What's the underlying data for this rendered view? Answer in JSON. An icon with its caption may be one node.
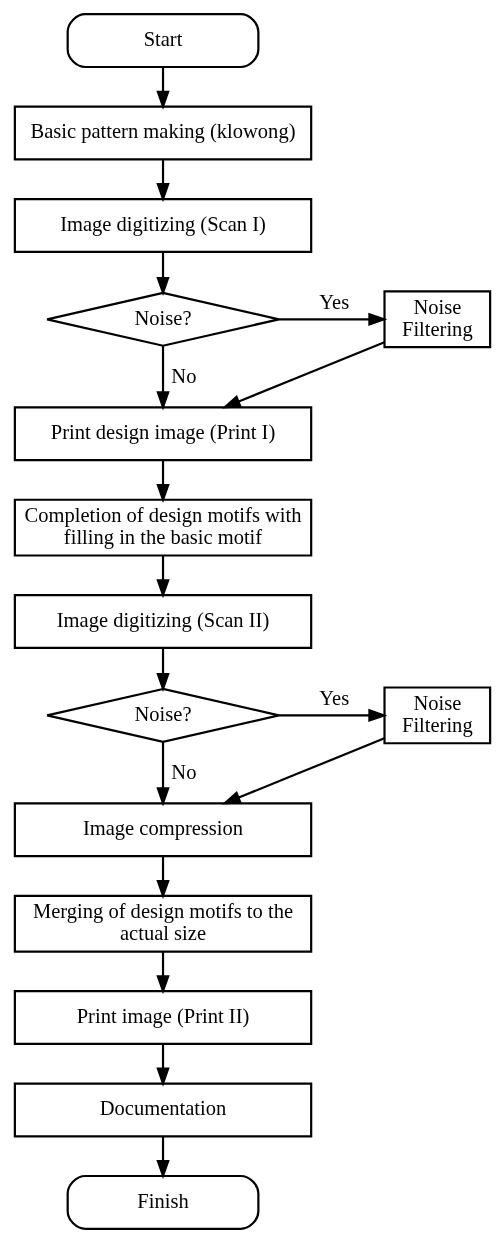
{
  "diagram": {
    "nodes": [
      {
        "text": [
          "Start"
        ]
      },
      {
        "text": [
          "Basic pattern making (klowong)"
        ]
      },
      {
        "text": [
          "Image digitizing (Scan I)"
        ]
      },
      {
        "text": [
          "Noise?"
        ]
      },
      {
        "text": [
          "Noise Filtering"
        ]
      },
      {
        "text": [
          "Print design image (Print I)"
        ]
      },
      {
        "text": [
          "Completion of design motifs with filling in the basic motif"
        ]
      },
      {
        "text": [
          "Image digitizing (Scan II)"
        ]
      },
      {
        "text": [
          "Noise?"
        ]
      },
      {
        "text": [
          "Noise Filtering"
        ]
      },
      {
        "text": [
          "Image compression"
        ]
      },
      {
        "text": [
          "Merging of design motifs to the actual size"
        ]
      },
      {
        "text": [
          "Print image (Print II)"
        ]
      },
      {
        "text": [
          "Documentation"
        ]
      },
      {
        "text": [
          "Finish"
        ]
      }
    ],
    "edges": [
      {
        "from": 0,
        "to": 1,
        "arrow": "to"
      },
      {
        "from": 1,
        "to": 2,
        "arrow": "to"
      },
      {
        "from": 2,
        "to": 3,
        "arrow": "to"
      },
      {
        "from": 3,
        "to": 4,
        "arrow": "to",
        "label": "Yes"
      },
      {
        "from": 3,
        "to": 5,
        "arrow": "to",
        "label": "No"
      },
      {
        "from": 4,
        "to": 5,
        "arrow": "to"
      },
      {
        "from": 5,
        "to": 6,
        "arrow": "to"
      },
      {
        "from": 6,
        "to": 7,
        "arrow": "to"
      },
      {
        "from": 7,
        "to": 8,
        "arrow": "to"
      },
      {
        "from": 8,
        "to": 9,
        "arrow": "to",
        "label": "Yes"
      },
      {
        "from": 8,
        "to": 10,
        "arrow": "to",
        "label": "No"
      },
      {
        "from": 9,
        "to": 10,
        "arrow": "to"
      },
      {
        "from": 10,
        "to": 11,
        "arrow": "to"
      },
      {
        "from": 11,
        "to": 12,
        "arrow": "to"
      },
      {
        "from": 12,
        "to": 13,
        "arrow": "to"
      },
      {
        "from": 13,
        "to": 14,
        "arrow": "to"
      }
    ]
  }
}
